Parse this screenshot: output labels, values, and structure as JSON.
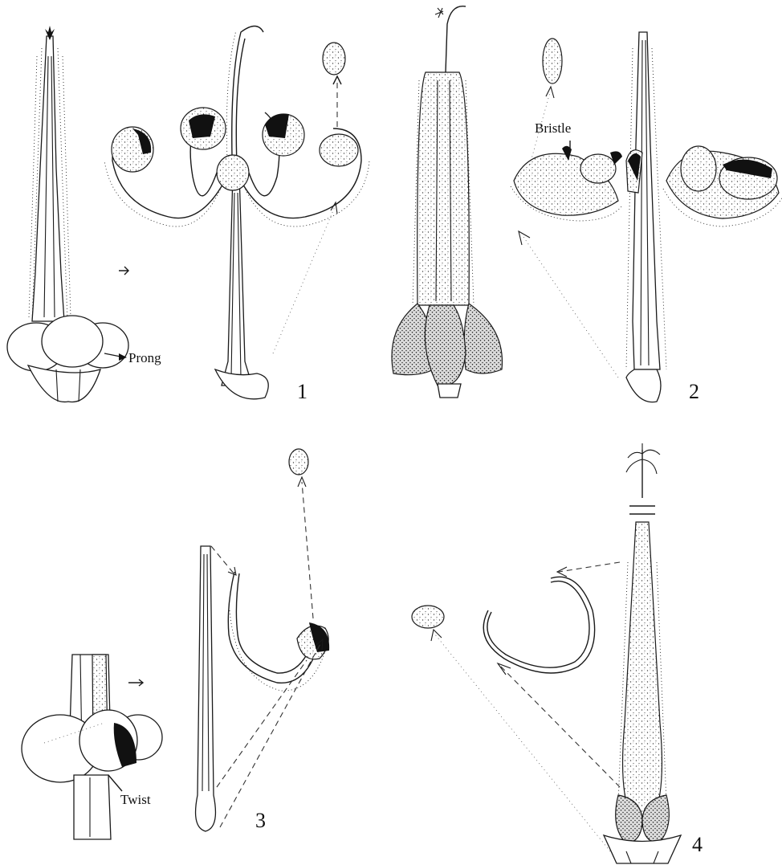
{
  "figure": {
    "panels": [
      {
        "number": "1",
        "labels": [
          "Prong"
        ]
      },
      {
        "number": "2",
        "labels": [
          "Bristle"
        ]
      },
      {
        "number": "3",
        "labels": [
          "Twist"
        ]
      },
      {
        "number": "4",
        "labels": []
      }
    ]
  }
}
